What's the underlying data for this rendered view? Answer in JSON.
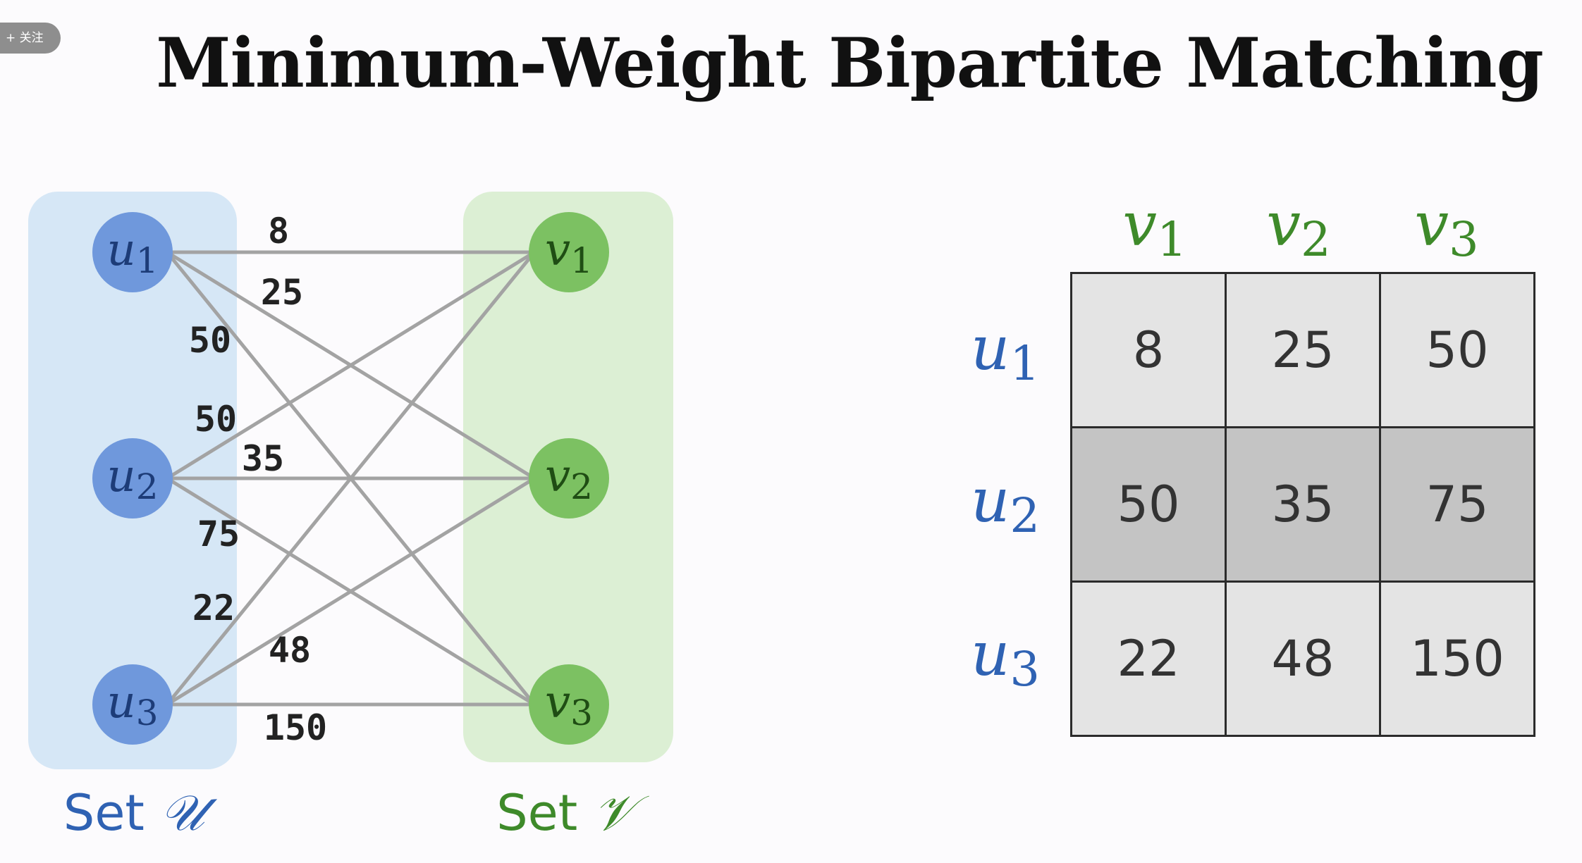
{
  "overlay": {
    "follow_label": "+ 关注"
  },
  "title": "Minimum-Weight Bipartite Matching",
  "graph": {
    "left_set": {
      "label_prefix": "Set ",
      "symbol": "𝒰",
      "color": "#2f62b3",
      "node_color": "#6f98dc",
      "region_color": "#d6e7f6",
      "nodes": [
        {
          "base": "u",
          "sub": "1"
        },
        {
          "base": "u",
          "sub": "2"
        },
        {
          "base": "u",
          "sub": "3"
        }
      ]
    },
    "right_set": {
      "label_prefix": "Set ",
      "symbol": "𝒱",
      "color": "#3e8a2a",
      "node_color": "#7cc162",
      "region_color": "#dcefd4",
      "nodes": [
        {
          "base": "v",
          "sub": "1"
        },
        {
          "base": "v",
          "sub": "2"
        },
        {
          "base": "v",
          "sub": "3"
        }
      ]
    },
    "edge_color": "#a3a3a3",
    "edges": [
      {
        "from": 0,
        "to": 0,
        "weight": "8"
      },
      {
        "from": 0,
        "to": 1,
        "weight": "25"
      },
      {
        "from": 0,
        "to": 2,
        "weight": "50"
      },
      {
        "from": 1,
        "to": 0,
        "weight": "50"
      },
      {
        "from": 1,
        "to": 1,
        "weight": "35"
      },
      {
        "from": 1,
        "to": 2,
        "weight": "75"
      },
      {
        "from": 2,
        "to": 0,
        "weight": "22"
      },
      {
        "from": 2,
        "to": 1,
        "weight": "48"
      },
      {
        "from": 2,
        "to": 2,
        "weight": "150"
      }
    ]
  },
  "matrix": {
    "col_headers": [
      {
        "base": "v",
        "sub": "1"
      },
      {
        "base": "v",
        "sub": "2"
      },
      {
        "base": "v",
        "sub": "3"
      }
    ],
    "row_headers": [
      {
        "base": "u",
        "sub": "1"
      },
      {
        "base": "u",
        "sub": "2"
      },
      {
        "base": "u",
        "sub": "3"
      }
    ],
    "rows": [
      [
        "8",
        "25",
        "50"
      ],
      [
        "50",
        "35",
        "75"
      ],
      [
        "22",
        "48",
        "150"
      ]
    ],
    "highlighted_row": 1,
    "cell_color": "#e4e4e4",
    "highlight_color": "#c4c4c4",
    "header_col_color": "#3e8a2a",
    "header_row_color": "#2f62b3"
  }
}
